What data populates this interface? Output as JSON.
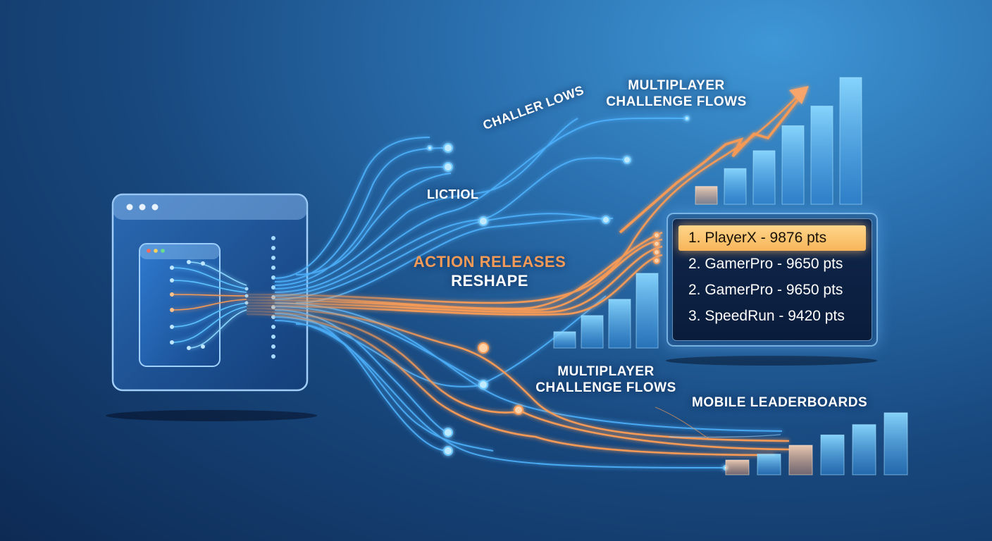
{
  "labels": {
    "multiplayer_top_line1": "MULTIPLAYER",
    "multiplayer_top_line2": "CHALLENGE FLOWS",
    "garbled_arc": "CHALLER LOWS",
    "garbled_left": "LICTIOL",
    "action_line1": "ACTION RELEASES",
    "action_line2": "RESHAPE",
    "multiplayer_bottom_line1": "MULTIPLAYER",
    "multiplayer_bottom_line2": "CHALLENGE FLOWS",
    "mobile_leaderboards": "MOBILE LEADERBOARDS"
  },
  "leaderboard": {
    "rows": [
      {
        "text": "1.  PlayerX    - 9876 pts",
        "highlighted": true
      },
      {
        "text": "2. GamerPro - 9650 pts",
        "highlighted": false
      },
      {
        "text": "2. GamerPro - 9650 pts",
        "highlighted": false
      },
      {
        "text": "3. SpeedRun - 9420 pts",
        "highlighted": false
      }
    ]
  },
  "charts": {
    "top_right": {
      "values": [
        1,
        2,
        3,
        4.4,
        5.5,
        7.1
      ]
    },
    "middle": {
      "values": [
        1,
        2,
        3,
        4.6
      ]
    },
    "bottom": {
      "values": [
        1,
        1.4,
        2,
        2.7,
        3.4,
        4.2
      ]
    }
  },
  "colors": {
    "accent_orange": "#f59a57",
    "line_blue": "#4fb4ff",
    "highlight_gold": "#f7b55a",
    "bar_blue": "#5cc2ff"
  },
  "icons": {
    "browser_window": "browser-window-icon",
    "flow_node": "flow-node-icon",
    "trend_arrow": "trend-arrow-icon"
  }
}
